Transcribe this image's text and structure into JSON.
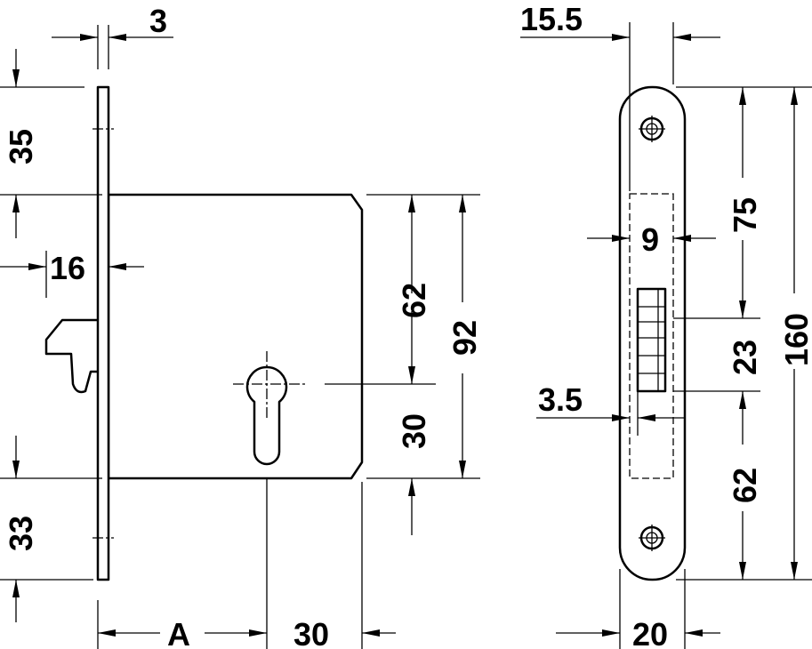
{
  "drawing": {
    "side_view": {
      "dim_faceplate_thickness": "3",
      "dim_top_to_body": "35",
      "dim_hook_projection": "16",
      "dim_body_to_cylinder": "62",
      "dim_body_height": "92",
      "dim_cylinder_to_bottom": "30",
      "dim_bottom_to_plate_end": "33",
      "dim_backset": "A",
      "dim_cylinder_to_body_edge": "30"
    },
    "front_view": {
      "dim_case_width": "15.5",
      "dim_hook_width": "9",
      "dim_hook_offset": "3.5",
      "dim_plate_width": "20",
      "dim_top_to_hook": "75",
      "dim_hook_height": "23",
      "dim_hook_to_bottom": "62",
      "dim_plate_length": "160"
    }
  }
}
